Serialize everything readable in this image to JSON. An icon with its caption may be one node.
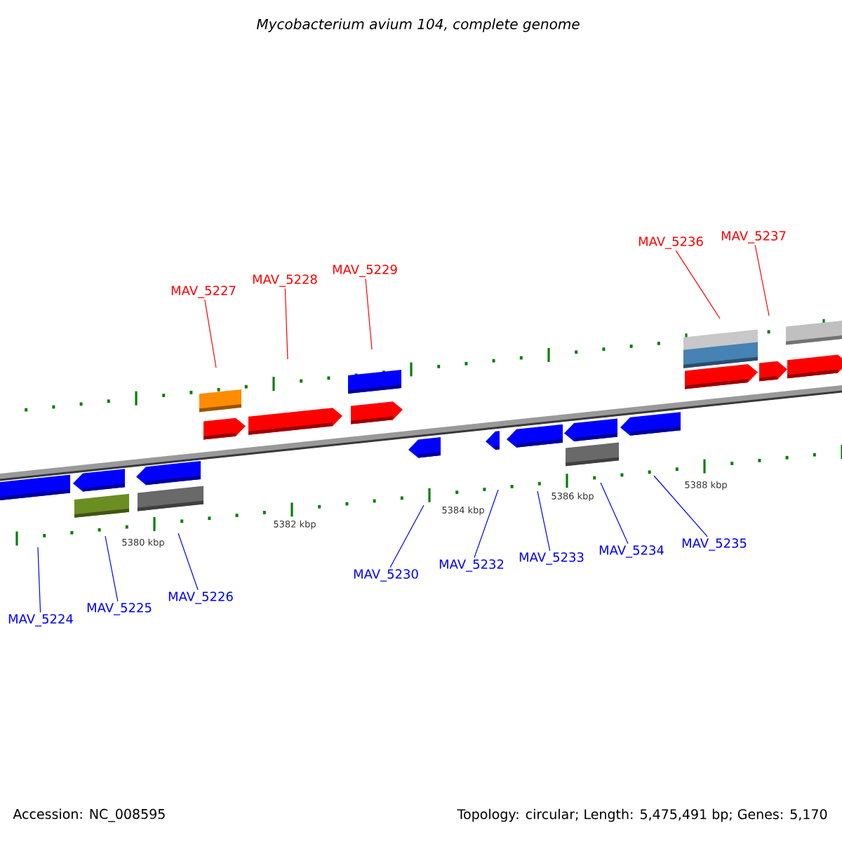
{
  "diagram": {
    "title": "Mycobacterium avium 104, complete genome",
    "nodes": [
      {
        "text": [
          "MAV_5227"
        ]
      },
      {
        "text": [
          "MAV_5228"
        ]
      },
      {
        "text": [
          "MAV_5229"
        ]
      },
      {
        "text": [
          "MAV_5236"
        ]
      },
      {
        "text": [
          "MAV_5237"
        ]
      },
      {
        "text": [
          "MAV_5224"
        ]
      },
      {
        "text": [
          "MAV_5225"
        ]
      },
      {
        "text": [
          "MAV_5226"
        ]
      },
      {
        "text": [
          "MAV_5230"
        ]
      },
      {
        "text": [
          "MAV_5232"
        ]
      },
      {
        "text": [
          "MAV_5233"
        ]
      },
      {
        "text": [
          "MAV_5234"
        ]
      },
      {
        "text": [
          "MAV_5235"
        ]
      }
    ],
    "edges": [
      {
        "from": 0,
        "to": null,
        "arrow": "none",
        "color": "#ff0000"
      },
      {
        "from": 1,
        "to": null,
        "arrow": "none",
        "color": "#ff0000"
      },
      {
        "from": 2,
        "to": null,
        "arrow": "none",
        "color": "#ff0000"
      },
      {
        "from": 3,
        "to": null,
        "arrow": "none",
        "color": "#ff0000"
      },
      {
        "from": 4,
        "to": null,
        "arrow": "none",
        "color": "#ff0000"
      },
      {
        "from": 5,
        "to": null,
        "arrow": "none"
      },
      {
        "from": 6,
        "to": null,
        "arrow": "none"
      },
      {
        "from": 7,
        "to": null,
        "arrow": "none"
      },
      {
        "from": 8,
        "to": null,
        "arrow": "none"
      },
      {
        "from": 9,
        "to": null,
        "arrow": "none"
      },
      {
        "from": 10,
        "to": null,
        "arrow": "none"
      },
      {
        "from": 11,
        "to": null,
        "arrow": "none"
      },
      {
        "from": 12,
        "to": null,
        "arrow": "none"
      }
    ],
    "labels": [
      "5380 kbp",
      "5382 kbp",
      "5384 kbp",
      "5386 kbp",
      "5388 kbp",
      "Accession: NC_008595",
      "Topology: circular; Length: 5,475,491 bp; Genes: 5,170"
    ]
  }
}
